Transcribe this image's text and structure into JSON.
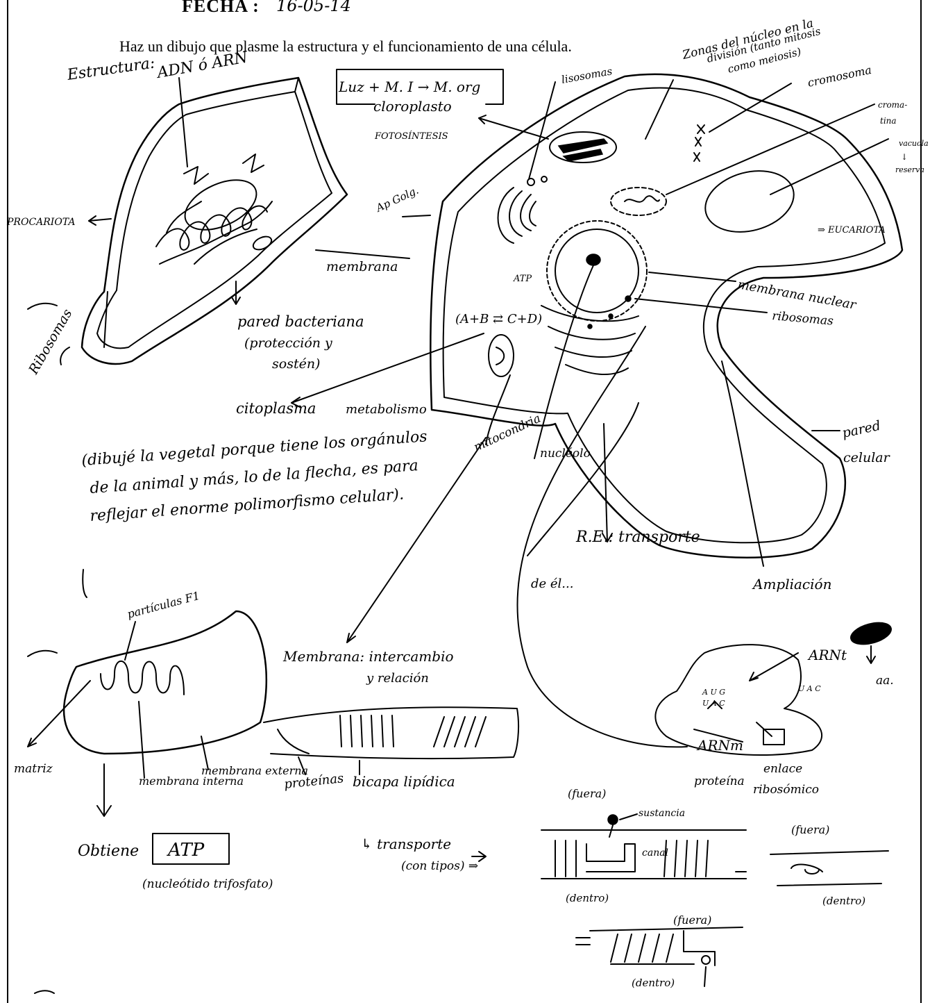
{
  "header": {
    "label": "FECHA :",
    "date": "16-05-14"
  },
  "prompt": "Haz un dibujo que plasme la estructura y el funcionamiento de una célula.",
  "annotations": {
    "estructura": "Estructura:",
    "adn_arn": "ADN ó ARN",
    "procariota": "PROCARIOTA",
    "ribosomas_left": "Ribosomas",
    "membrana_pro": "membrana",
    "pared_bacteriana": "pared bacteriana",
    "proteccion": "(protección y",
    "sosten": "sostén)",
    "citoplasma": "citoplasma",
    "metabolismo": "metabolismo",
    "reaction": "(A+B ⇄ C+D)",
    "atp_small": "ATP",
    "mitocondria": "mitocondria",
    "nucleolo": "nucléolo",
    "photo_eq": "Luz + M. I → M. org",
    "cloroplasto": "cloroplasto",
    "fotosintesis": "FOTOSÍNTESIS",
    "lisosomas": "lisosomas",
    "ap_golgi": "Ap Golg.",
    "division": "Zonas del núcleo en la",
    "division2": "división (tanto mitosis",
    "division3": "como meiosis)",
    "cromosoma": "cromosoma",
    "cromatina": "croma-",
    "cromatina2": "tina",
    "vacuola": "vacuola",
    "vacuola2": "↓",
    "vacuola3": "reserva",
    "eucariota": "⇒ EUCARIOTA",
    "membrana_nuclear": "membrana nuclear",
    "ribosomas_right": "ribosomas",
    "pared_celular": "pared",
    "pared_celular2": "celular",
    "comment1": "(dibujé la vegetal porque tiene los orgánulos",
    "comment2": "de la animal y más, lo de la flecha, es para",
    "comment3": "reflejar el enorme polimorfismo celular).",
    "re_transporte": "R.E.: transporte",
    "de_el": "de él...",
    "ampliacion": "Ampliación",
    "particulas_f1": "partículas F1",
    "matriz": "matriz",
    "membrana_interna": "membrana interna",
    "membrana_externa": "membrana externa",
    "proteinas": "proteínas",
    "bicapa": "bicapa lipídica",
    "membrana_title": "Membrana: intercambio",
    "membrana_title2": "y relación",
    "obtiene": "Obtiene",
    "atp": "ATP",
    "nucleotido": "(nucleótido trifosfato)",
    "transporte": "↳ transporte",
    "con_tipos": "(con tipos) ⇒",
    "fuera1": "(fuera)",
    "sustancia": "sustancia",
    "canal": "canal",
    "dentro1": "(dentro)",
    "fuera2": "(fuera)",
    "dentro2": "(dentro)",
    "fuera3": "(fuera)",
    "dentro3": "(dentro)",
    "arnt": "ARNt",
    "aa": "aa.",
    "arnm": "ARNm",
    "codon1": "U A C",
    "codon2": "A U G",
    "codon3": "U A C",
    "proteina_enlace": "proteína",
    "enlace": "enlace",
    "ribosomico": "ribosómico"
  }
}
